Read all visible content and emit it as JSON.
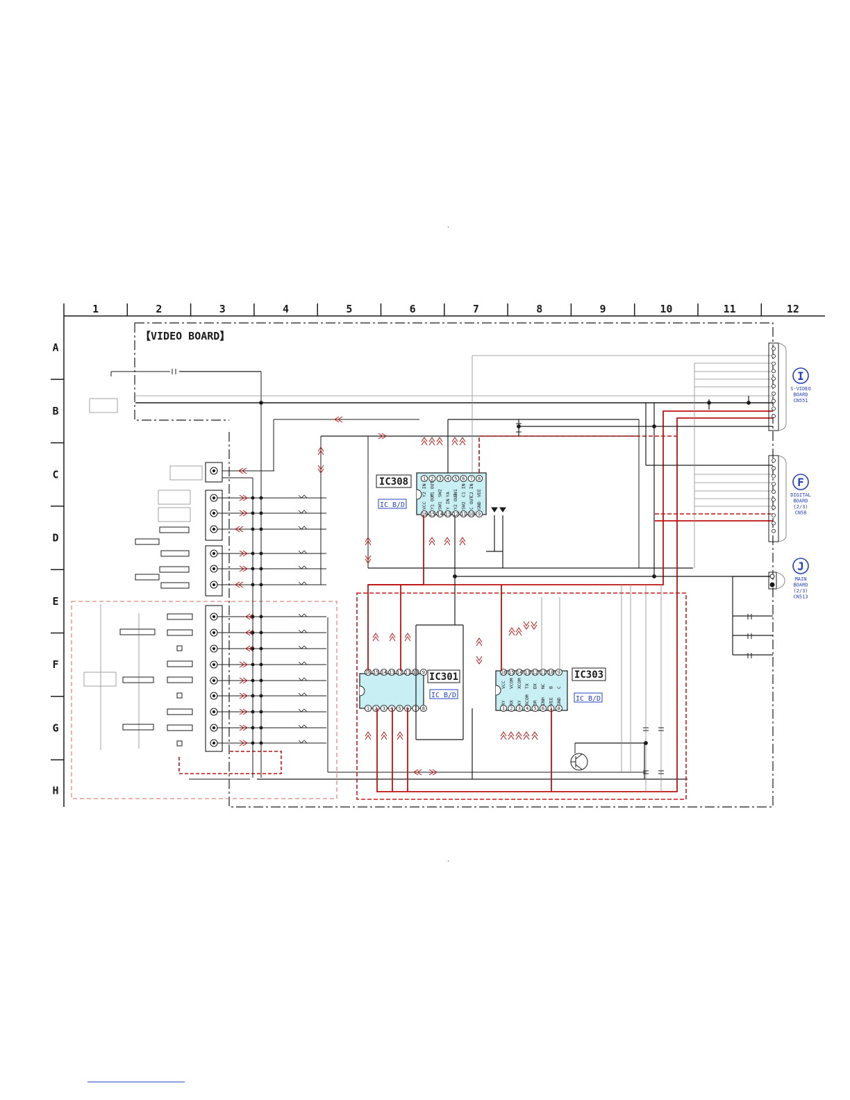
{
  "board_title": "【VIDEO BOARD】",
  "grid": {
    "columns": [
      "1",
      "2",
      "3",
      "4",
      "5",
      "6",
      "7",
      "8",
      "9",
      "10",
      "11",
      "12"
    ],
    "rows": [
      "A",
      "B",
      "C",
      "D",
      "E",
      "F",
      "G",
      "H"
    ]
  },
  "ics": [
    {
      "ref": "IC308",
      "desc": "IC B/D"
    },
    {
      "ref": "IC301",
      "desc": "IC B/D"
    },
    {
      "ref": "IC303",
      "desc": "IC B/D"
    }
  ],
  "ic308": {
    "pins_top": [
      "1",
      "2",
      "3",
      "4",
      "5",
      "6",
      "7",
      "8"
    ],
    "pins_bottom": [
      "16",
      "15",
      "14",
      "13",
      "12",
      "11",
      "10",
      "9"
    ],
    "top_labels": [
      "Y2 IN",
      "Y1 OUT",
      "SW2",
      "YA",
      "SW1",
      "C1 IN",
      "C2 IN",
      "VEE"
    ],
    "bottom_labels": [
      "VCC",
      "Y1 OUT",
      "SW1",
      "Y IN",
      "Y2 OUT",
      "SW2",
      "C OUT",
      "GND"
    ]
  },
  "ic301": {
    "pins_top": [
      "16",
      "15",
      "14",
      "13",
      "12",
      "11",
      "10",
      "9"
    ],
    "pins_bottom": [
      "1",
      "2",
      "3",
      "4",
      "5",
      "6",
      "7",
      "8"
    ]
  },
  "ic303": {
    "pins_top": [
      "16",
      "15",
      "14",
      "13",
      "12",
      "11",
      "10",
      "9"
    ],
    "pins_bottom": [
      "1",
      "2",
      "3",
      "4",
      "5",
      "6",
      "7",
      "8"
    ],
    "top_labels": [
      "VCC",
      "VCOM",
      "XCOM",
      "TX",
      "DX",
      "NC",
      "B",
      "C"
    ],
    "bottom_labels": [
      "RY",
      "RX",
      "XY",
      "RCOM",
      "DR",
      "INH",
      "VEE",
      "GND"
    ]
  },
  "connectors": [
    {
      "letter": "I",
      "lines": [
        "S-VIDEO",
        "BOARD",
        "CN551"
      ],
      "color": "#1f3fbf"
    },
    {
      "letter": "F",
      "lines": [
        "DIGITAL",
        "BOARD",
        "(2/3)",
        "CN58"
      ],
      "color": "#1f3fbf"
    },
    {
      "letter": "J",
      "lines": [
        "MAIN",
        "BOARD",
        "(2/3)",
        "CN513"
      ],
      "color": "#1f3fbf"
    }
  ],
  "colors": {
    "line": "#1a1a1a",
    "red_path": "#c01010",
    "dash_red": "#d01818",
    "ic_fill": "#c8f0f4",
    "ic_note": "#1f3fbf",
    "thin_grey": "#8a8a8a"
  }
}
